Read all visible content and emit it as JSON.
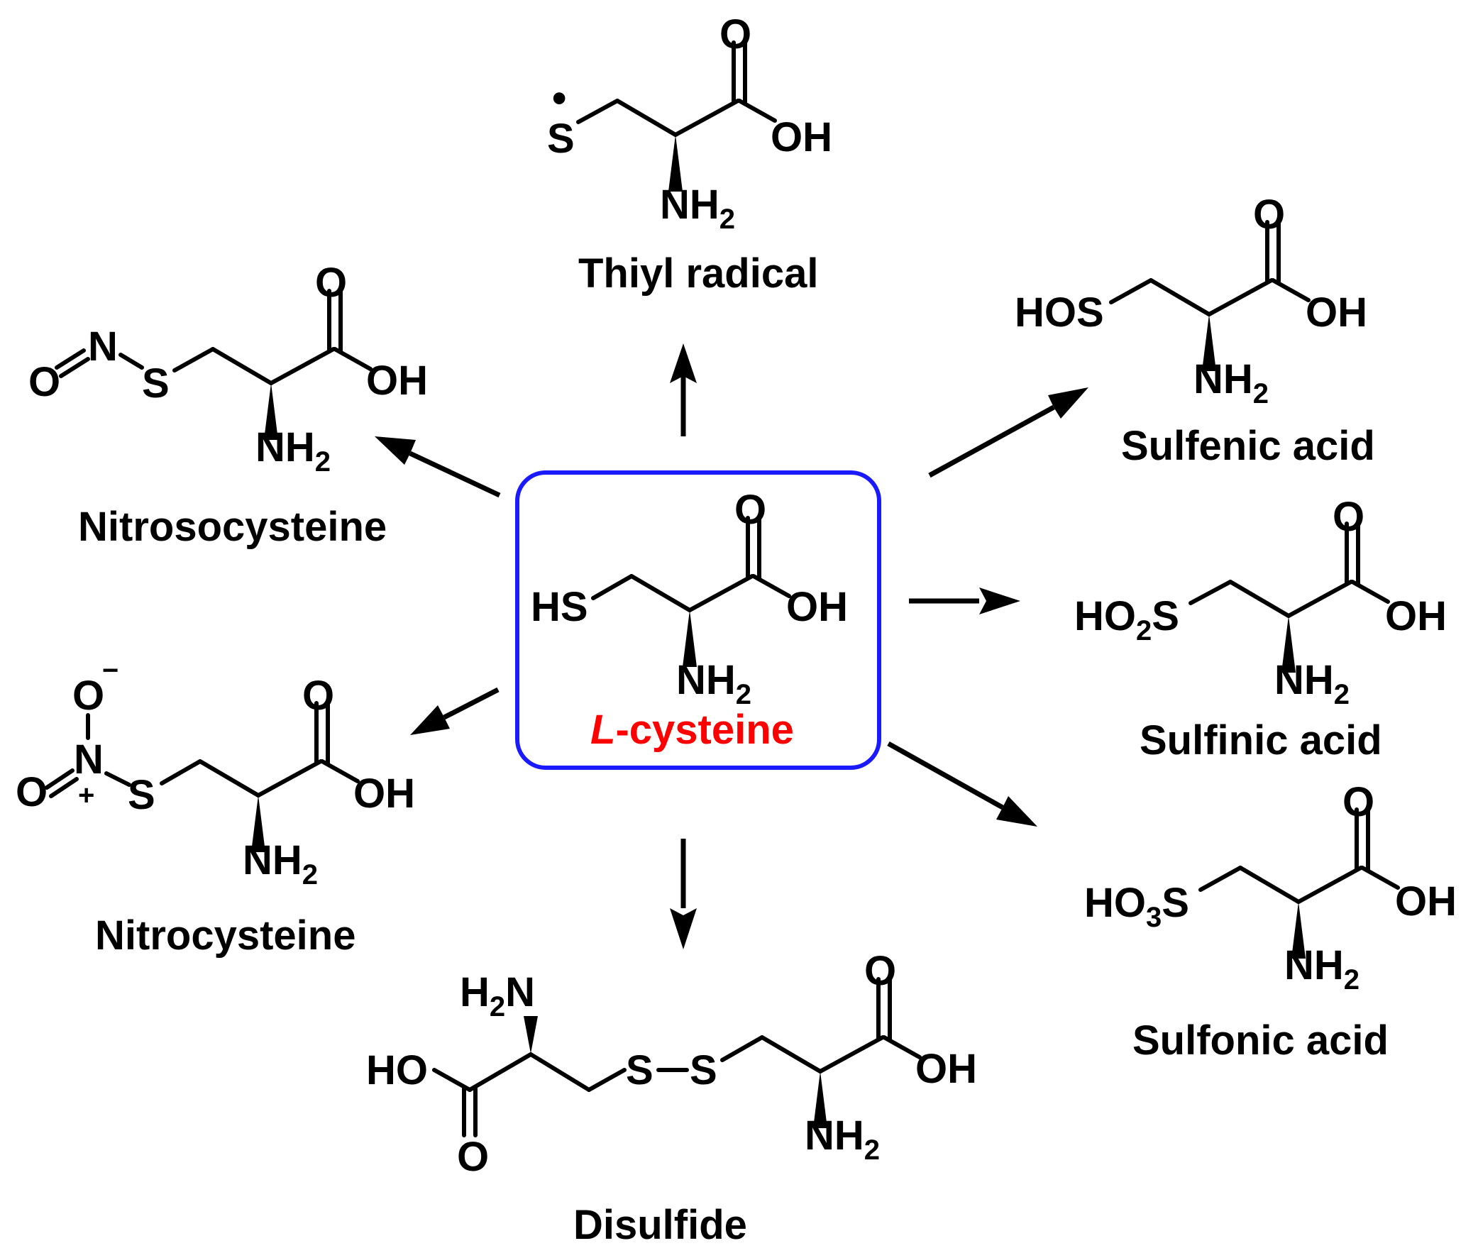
{
  "colors": {
    "center_box_border": "#1a1aff",
    "center_name": "#ff0000",
    "ink": "#000000"
  },
  "atoms": {
    "O": "O",
    "OH": "OH",
    "NH": "NH",
    "two": "2",
    "three": "3",
    "S": "S",
    "HS": "HS",
    "HOS": "HOS",
    "HO": "HO",
    "N": "N",
    "H": "H",
    "radical_dot": "•",
    "minus": "−",
    "plus": "+"
  },
  "center": {
    "prefix": "L",
    "suffix": "-cysteine"
  },
  "products": {
    "thiyl": "Thiyl radical",
    "sulfenic": "Sulfenic acid",
    "sulfinic": "Sulfinic acid",
    "sulfonic": "Sulfonic acid",
    "disulfide": "Disulfide",
    "nitro": "Nitrocysteine",
    "nitroso": "Nitrosocysteine"
  }
}
